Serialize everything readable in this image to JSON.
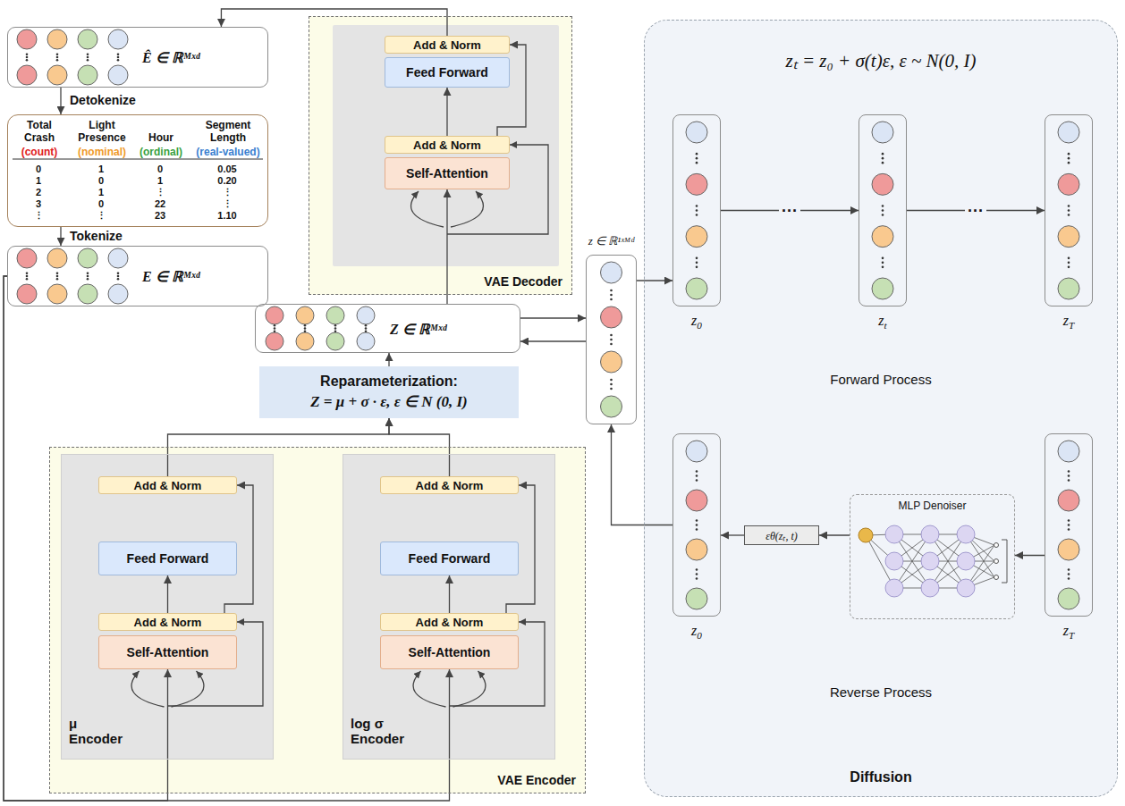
{
  "diagram": {
    "nodes": [
      {
        "text": [
          "Ê ∈ ℝᴹˣᵈ"
        ]
      },
      {
        "text": [
          "Total Crash",
          "(count)",
          "Light Presence",
          "(nominal)",
          "Hour",
          "(ordinal)",
          "Segment Length",
          "(real-valued)"
        ]
      },
      {
        "text": [
          "E ∈ ℝᴹˣᵈ"
        ]
      },
      {
        "text": [
          "VAE Decoder"
        ]
      },
      {
        "text": [
          "Add & Norm"
        ],
        "in": 3
      },
      {
        "text": [
          "Feed Forward"
        ],
        "in": 3
      },
      {
        "text": [
          "Add & Norm"
        ],
        "in": 3
      },
      {
        "text": [
          "Self-Attention"
        ],
        "in": 3
      },
      {
        "text": [
          "Z ∈ ℝᴹˣᵈ"
        ]
      },
      {
        "text": [
          "Reparameterization:",
          "Z = μ + σ · ε, ε ∈ N (0, I)"
        ]
      },
      {
        "text": [
          "VAE Encoder"
        ]
      },
      {
        "text": [
          "μ Encoder"
        ],
        "in": 10
      },
      {
        "text": [
          "Add & Norm"
        ],
        "in": 11
      },
      {
        "text": [
          "Feed Forward"
        ],
        "in": 11
      },
      {
        "text": [
          "Add & Norm"
        ],
        "in": 11
      },
      {
        "text": [
          "Self-Attention"
        ],
        "in": 11
      },
      {
        "text": [
          "log σ Encoder"
        ],
        "in": 10
      },
      {
        "text": [
          "Add & Norm"
        ],
        "in": 16
      },
      {
        "text": [
          "Feed Forward"
        ],
        "in": 16
      },
      {
        "text": [
          "Add & Norm"
        ],
        "in": 16
      },
      {
        "text": [
          "Self-Attention"
        ],
        "in": 16
      },
      {
        "text": [
          "z ∈ ℝ¹ˣᴹᵈ"
        ]
      },
      {
        "text": [
          "zₜ = z₀ + σ(t)ε, ε ~ N(0, I)",
          "Diffusion"
        ]
      },
      {
        "text": [
          "z0"
        ],
        "in": 22
      },
      {
        "text": [
          "zt"
        ],
        "in": 22
      },
      {
        "text": [
          "zT"
        ],
        "in": 22
      },
      {
        "text": [
          "MLP Denoiser"
        ],
        "in": 22
      },
      {
        "text": [
          "εθ(zₜ, t)"
        ],
        "in": 22
      },
      {
        "text": [
          "z0"
        ],
        "in": 22
      },
      {
        "text": [
          "zT"
        ],
        "in": 22
      }
    ],
    "edges": [
      {
        "from": 4,
        "to": 0,
        "arrow": "to"
      },
      {
        "from": 0,
        "to": 1,
        "label": "Detokenize",
        "arrow": "to"
      },
      {
        "from": 1,
        "to": 2,
        "label": "Tokenize",
        "arrow": "to"
      },
      {
        "from": 2,
        "to": 15,
        "arrow": "to"
      },
      {
        "from": 2,
        "to": 20,
        "arrow": "to"
      },
      {
        "from": 12,
        "to": 9,
        "arrow": "to"
      },
      {
        "from": 17,
        "to": 9,
        "arrow": "to"
      },
      {
        "from": 9,
        "to": 8,
        "arrow": "to"
      },
      {
        "from": 8,
        "to": 7,
        "arrow": "to"
      },
      {
        "from": 8,
        "to": 21,
        "arrow": "to"
      },
      {
        "from": 21,
        "to": 8,
        "arrow": "to"
      },
      {
        "from": 21,
        "to": 23,
        "arrow": "to"
      },
      {
        "from": 23,
        "to": 24,
        "label": "···",
        "arrow": "to"
      },
      {
        "from": 24,
        "to": 25,
        "label": "···",
        "arrow": "to"
      },
      {
        "from": 29,
        "to": 26,
        "arrow": "to"
      },
      {
        "from": 26,
        "to": 27,
        "arrow": "to"
      },
      {
        "from": 27,
        "to": 28,
        "arrow": "to"
      },
      {
        "from": 28,
        "to": 21,
        "arrow": "to"
      },
      {
        "from": 6,
        "to": 5,
        "arrow": "to"
      },
      {
        "from": 6,
        "to": 4,
        "arrow": "to"
      },
      {
        "from": 14,
        "to": 13,
        "arrow": "to"
      },
      {
        "from": 14,
        "to": 12,
        "arrow": "to"
      },
      {
        "from": 19,
        "to": 18,
        "arrow": "to"
      },
      {
        "from": 19,
        "to": 17,
        "arrow": "to"
      }
    ],
    "labels": [
      "0",
      "1",
      "0",
      "0.05",
      "1",
      "0",
      "1",
      "0.20",
      "2",
      "1",
      "⋮",
      "⋮",
      "3",
      "0",
      "22",
      "⋮",
      "⋮",
      "⋮",
      "23",
      "1.10",
      "Forward Process",
      "Reverse Process"
    ]
  }
}
